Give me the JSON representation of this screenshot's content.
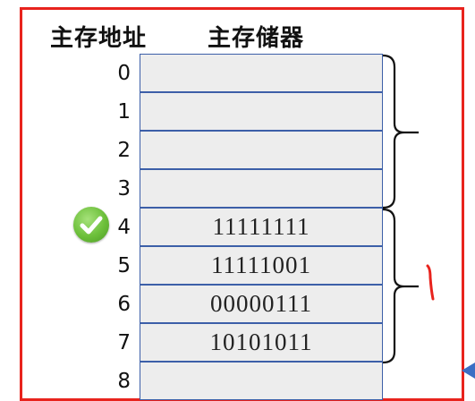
{
  "headers": {
    "address": "主存地址",
    "memory": "主存储器"
  },
  "addresses": [
    "0",
    "1",
    "2",
    "3",
    "4",
    "5",
    "6",
    "7",
    "8"
  ],
  "cells": [
    "",
    "",
    "",
    "",
    "11111111",
    "11111001",
    "00000111",
    "10101011",
    ""
  ],
  "selected_address": "4",
  "icons": {
    "check": "check-circle-icon",
    "bracket": "brace-icon",
    "annotation": "red-pen-mark",
    "pointer": "triangle-left-icon"
  },
  "colors": {
    "frame": "#e8231d",
    "cell_border": "#3c5fa8",
    "cell_fill": "#ededed",
    "check": "#6cbf3a",
    "pointer": "#3b6fc4"
  }
}
